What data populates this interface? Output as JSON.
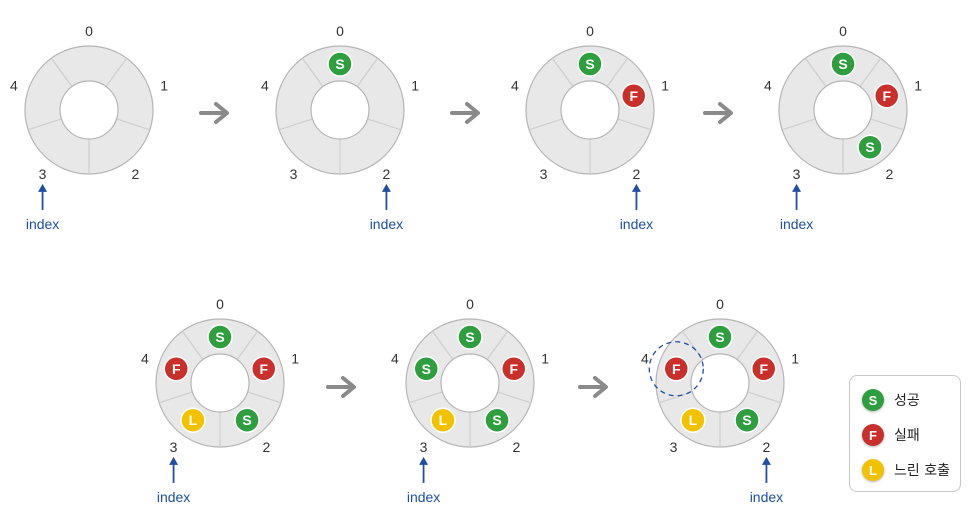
{
  "colors": {
    "success": "#2e9e3e",
    "success_light": "#4caf50",
    "fail": "#c9302c",
    "slow": "#f2c200",
    "ring_fill": "#e8e8e8",
    "ring_stroke": "#b5b5b5",
    "arrow_grey": "#8a8a8a",
    "index_blue": "#1f4fa3"
  },
  "index_label": "index",
  "panels": [
    {
      "slot_labels": [
        "0",
        "1",
        "2",
        "3",
        "4"
      ],
      "markers": [],
      "index_slot": "3"
    },
    {
      "slot_labels": [
        "0",
        "1",
        "2",
        "3",
        "4"
      ],
      "markers": [
        {
          "slot": 0,
          "type": "S"
        }
      ],
      "index_slot": "2"
    },
    {
      "slot_labels": [
        "0",
        "1",
        "2",
        "3",
        "4"
      ],
      "markers": [
        {
          "slot": 0,
          "type": "S"
        },
        {
          "slot": 1,
          "type": "F"
        }
      ],
      "index_slot": "2"
    },
    {
      "slot_labels": [
        "0",
        "1",
        "2",
        "3",
        "4"
      ],
      "markers": [
        {
          "slot": 0,
          "type": "S"
        },
        {
          "slot": 1,
          "type": "F"
        },
        {
          "slot": 2,
          "type": "S"
        }
      ],
      "index_slot": "3"
    },
    {
      "slot_labels": [
        "0",
        "1",
        "2",
        "3",
        "4"
      ],
      "markers": [
        {
          "slot": 0,
          "type": "S"
        },
        {
          "slot": 1,
          "type": "F"
        },
        {
          "slot": 2,
          "type": "S"
        },
        {
          "slot": 3,
          "type": "L"
        },
        {
          "slot": 4,
          "type": "F"
        }
      ],
      "index_slot": "3"
    },
    {
      "slot_labels": [
        "0",
        "1",
        "2",
        "3",
        "4"
      ],
      "markers": [
        {
          "slot": 0,
          "type": "S"
        },
        {
          "slot": 1,
          "type": "F"
        },
        {
          "slot": 2,
          "type": "S"
        },
        {
          "slot": 3,
          "type": "L"
        },
        {
          "slot": 4,
          "type": "S"
        }
      ],
      "index_slot": "3"
    },
    {
      "slot_labels": [
        "0",
        "1",
        "2",
        "3",
        "4"
      ],
      "markers": [
        {
          "slot": 0,
          "type": "S"
        },
        {
          "slot": 1,
          "type": "F"
        },
        {
          "slot": 2,
          "type": "S"
        },
        {
          "slot": 3,
          "type": "L"
        },
        {
          "slot": 4,
          "type": "F",
          "highlight": true
        }
      ],
      "index_slot": "2"
    }
  ],
  "legend": [
    {
      "type": "S",
      "letter": "S",
      "label": "성공"
    },
    {
      "type": "F",
      "letter": "F",
      "label": "실패"
    },
    {
      "type": "L",
      "letter": "L",
      "label": "느린 호출"
    }
  ]
}
